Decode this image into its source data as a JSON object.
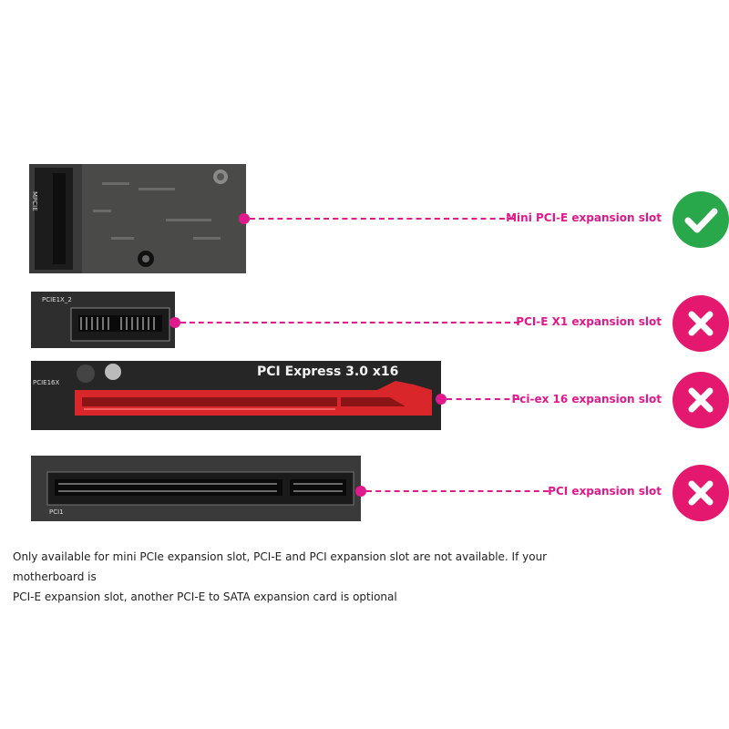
{
  "slots": [
    {
      "label": "Mini PCI-E expansion slot",
      "status": "compatible",
      "status_icon": "check-icon"
    },
    {
      "label": "PCI-E X1 expansion slot",
      "status": "incompatible",
      "status_icon": "x-icon"
    },
    {
      "label": "Pci-ex 16 expansion slot",
      "status": "incompatible",
      "status_icon": "x-icon"
    },
    {
      "label": "PCI expansion slot",
      "status": "incompatible",
      "status_icon": "x-icon"
    }
  ],
  "photo_text": {
    "pcie1x_silk": "PCIE1X_2",
    "pcie16_silk": "PCIE16X",
    "pcie16_banner": "PCI Express 3.0 x16",
    "pci_silk": "PCI1",
    "mpcie_silk": "MPCIE"
  },
  "note": {
    "line1": "Only available for mini PCIe expansion slot, PCI-E and PCI expansion slot are not available. If your motherboard is",
    "line2": "PCI-E expansion slot, another PCI-E to SATA expansion card is optional"
  },
  "colors": {
    "accent": "#e0198c",
    "ok": "#28a84a",
    "no": "#e5186f",
    "slot_red": "#d8262b"
  }
}
